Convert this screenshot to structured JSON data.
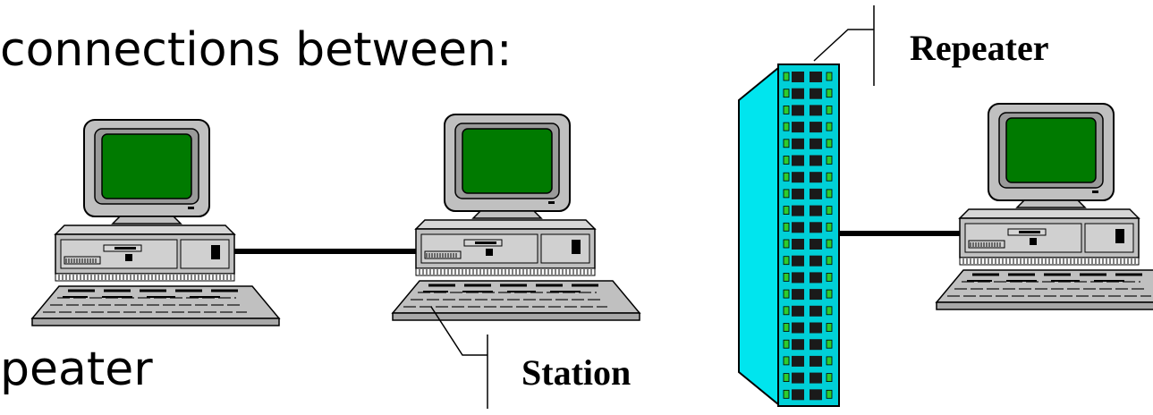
{
  "text": {
    "heading_connections": "connections between:",
    "heading_repeater_fragment": "peater",
    "label_repeater": "Repeater",
    "label_station": "Station"
  },
  "colors": {
    "background": "#ffffff",
    "monitor_case": "#c0c0c0",
    "screen": "#007a00",
    "repeater_face": "#00e5ee",
    "port": "#1a1a1a",
    "port_led": "#2ecc2e",
    "cable": "#000000"
  },
  "icons": [
    "computer-icon",
    "computer-icon",
    "computer-icon",
    "repeater-hub-icon"
  ]
}
